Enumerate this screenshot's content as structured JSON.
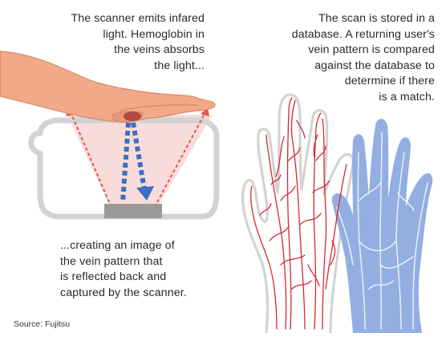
{
  "captions": {
    "emit": "The scanner emits infared\nlight. Hemoglobin in\nthe veins absorbs\nthe light...",
    "store": "The scan is stored in a\ndatabase. A returning user's\nvein pattern is compared\nagainst the database to\ndetermine if there\nis a match.",
    "reflect": "...creating an image of\nthe vein pattern that\nis reflected back and\ncaptured by the scanner."
  },
  "source": "Source: Fujitsu",
  "colors": {
    "skin": "#f2a98a",
    "skin_shadow": "#d9876a",
    "scanner_outline": "#d3d3d3",
    "sensor": "#9a9a9a",
    "infrared": "#e05a4f",
    "beam": "#f7d6d2",
    "reflected": "#3b6fc4",
    "vein_red": "#d7282f",
    "hand_blue": "#93aee1",
    "vein_blue": "#e9eef9"
  }
}
